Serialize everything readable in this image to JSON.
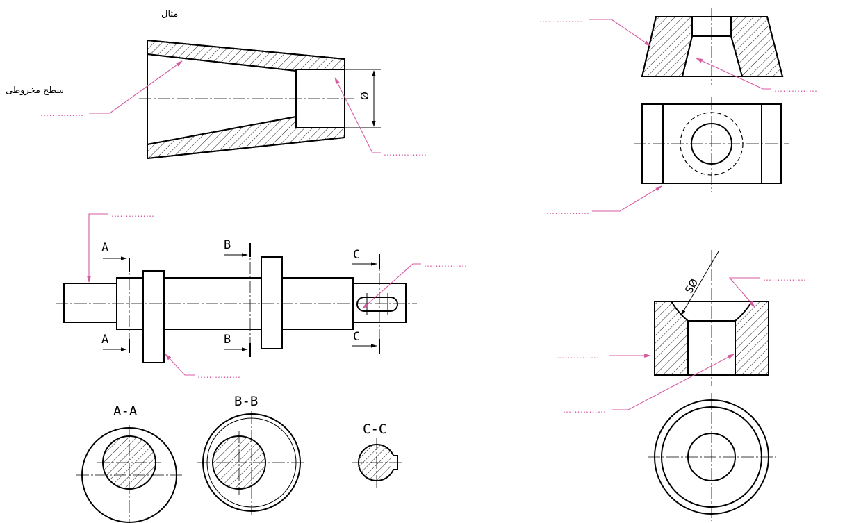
{
  "labels": {
    "example": "مثال",
    "conical_surface": "سطح مخروطی",
    "blank": "……………"
  },
  "symbols": {
    "diameter": "Ø",
    "sphere_diameter": "SØ"
  },
  "section_letters": [
    "A",
    "B",
    "C"
  ],
  "section_titles": [
    "A-A",
    "B-B",
    "C-C"
  ],
  "colors": {
    "line": "#000000",
    "leader": "#d65aa0",
    "background": "#ffffff"
  }
}
